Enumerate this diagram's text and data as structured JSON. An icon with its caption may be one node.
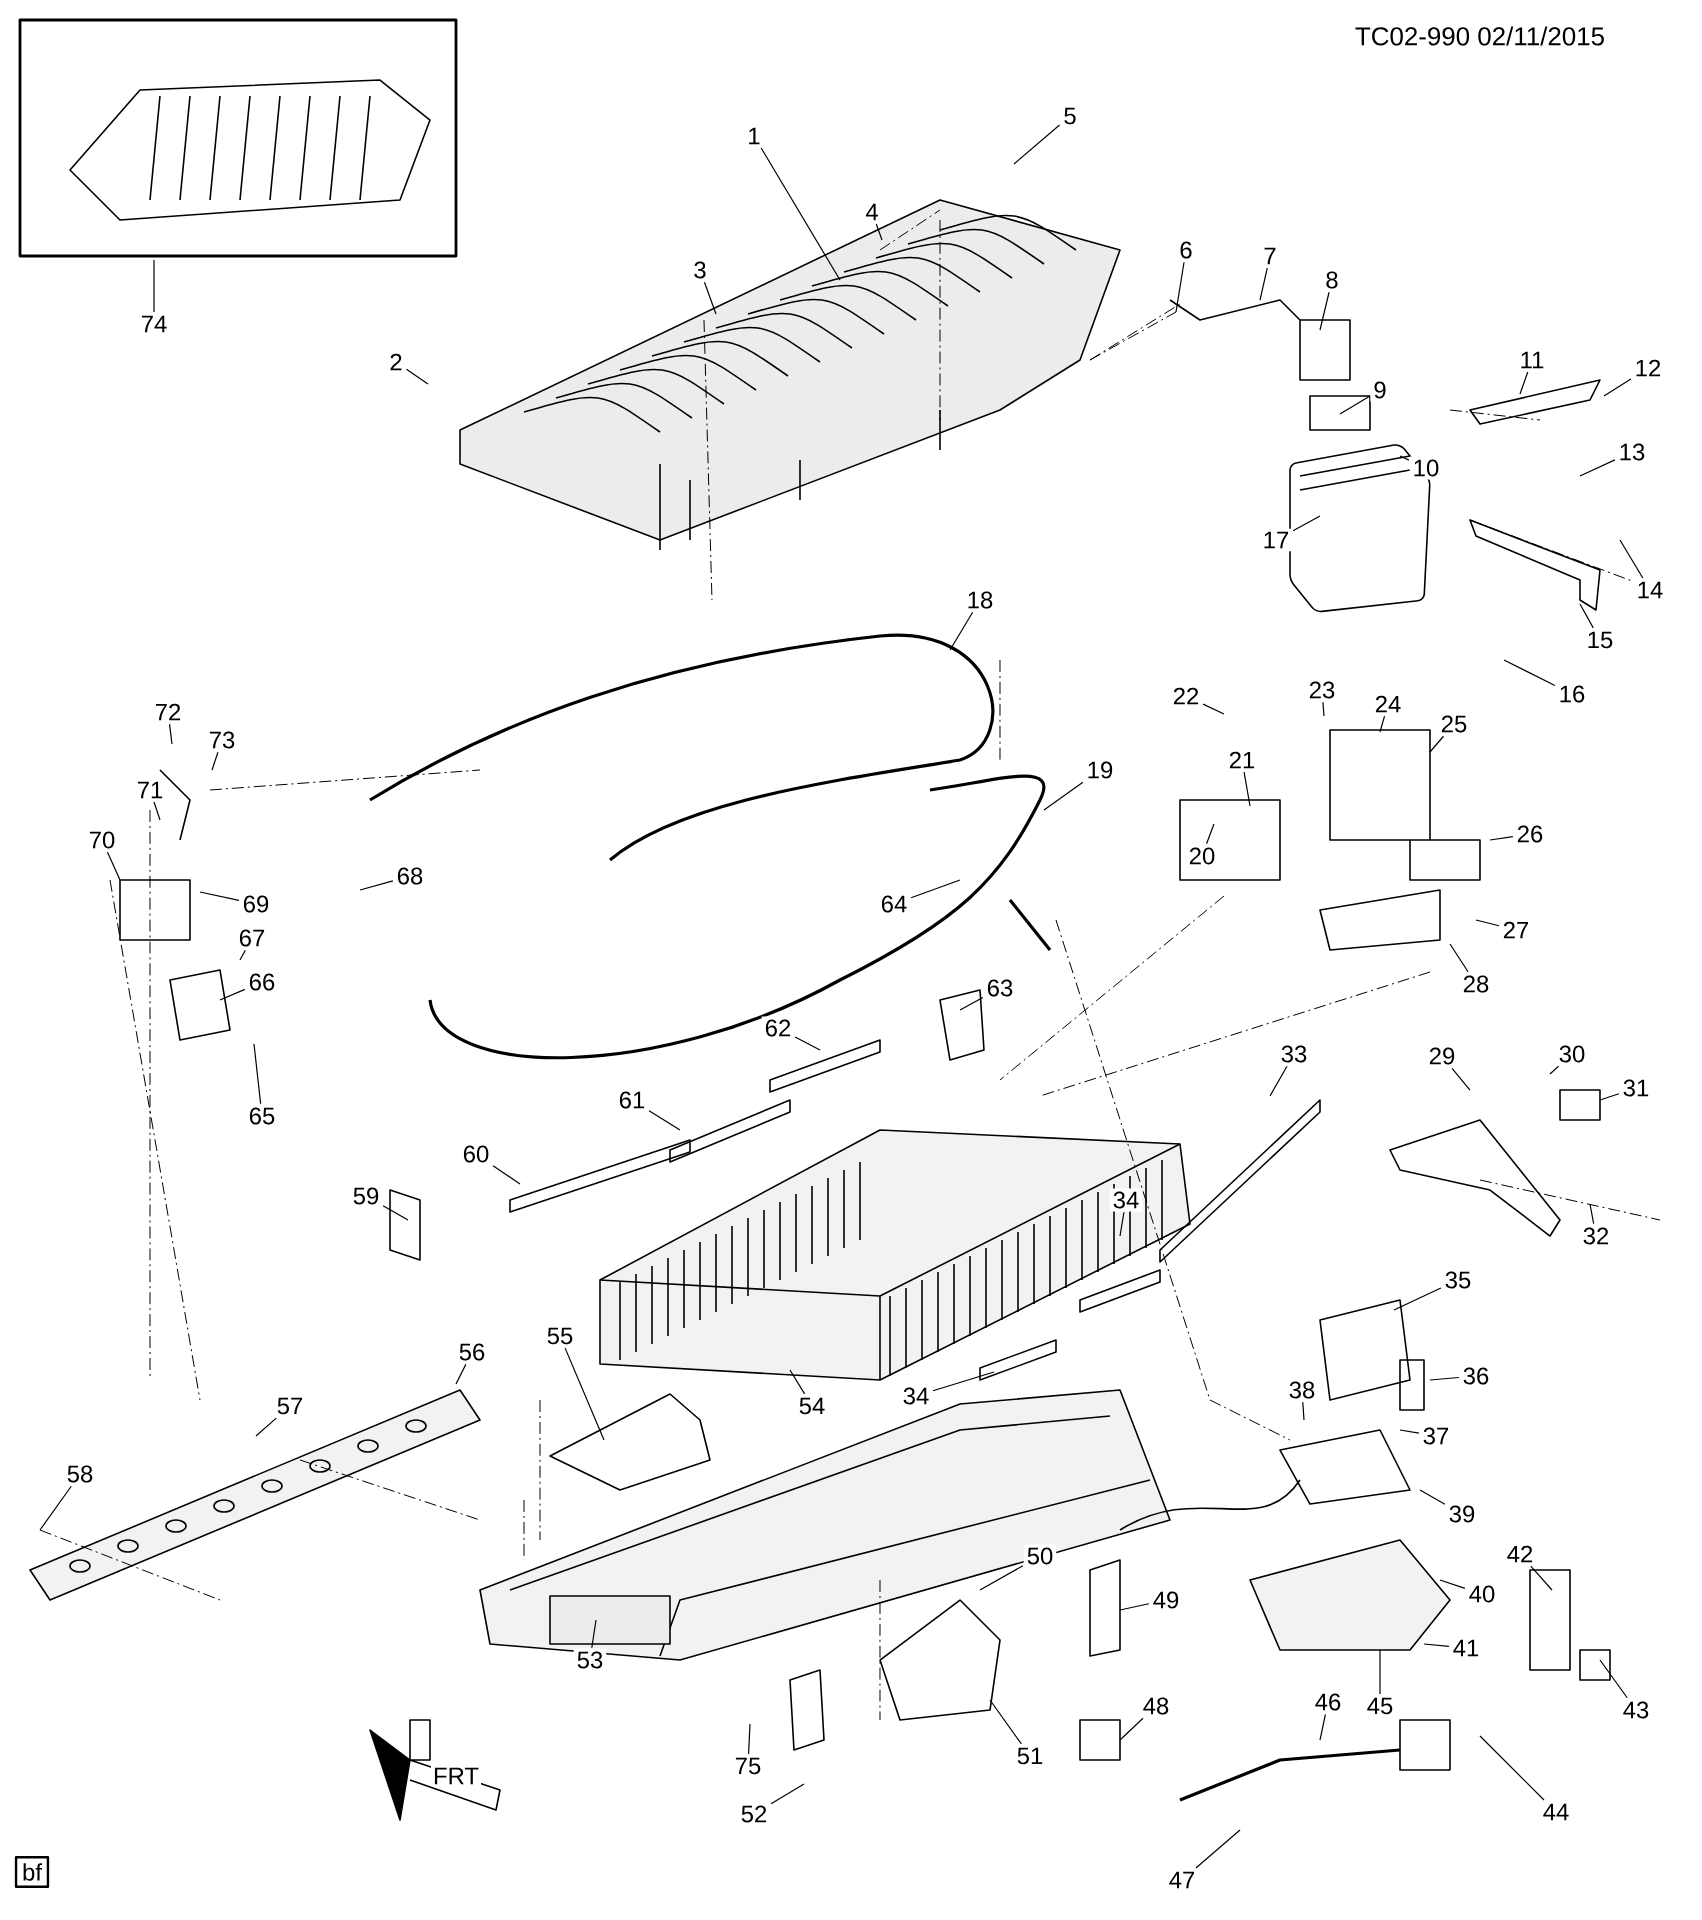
{
  "diagram": {
    "nodes": [
      {
        "text": [
          "1"
        ]
      },
      {
        "text": [
          "2"
        ]
      },
      {
        "text": [
          "3"
        ]
      },
      {
        "text": [
          "4"
        ]
      },
      {
        "text": [
          "5"
        ]
      },
      {
        "text": [
          "6"
        ]
      },
      {
        "text": [
          "7"
        ]
      },
      {
        "text": [
          "8"
        ]
      },
      {
        "text": [
          "9"
        ]
      },
      {
        "text": [
          "10"
        ]
      },
      {
        "text": [
          "11"
        ]
      },
      {
        "text": [
          "12"
        ]
      },
      {
        "text": [
          "13"
        ]
      },
      {
        "text": [
          "14"
        ]
      },
      {
        "text": [
          "15"
        ]
      },
      {
        "text": [
          "16"
        ]
      },
      {
        "text": [
          "17"
        ]
      },
      {
        "text": [
          "18"
        ]
      },
      {
        "text": [
          "19"
        ]
      },
      {
        "text": [
          "20"
        ]
      },
      {
        "text": [
          "21"
        ]
      },
      {
        "text": [
          "22"
        ]
      },
      {
        "text": [
          "23"
        ]
      },
      {
        "text": [
          "24"
        ]
      },
      {
        "text": [
          "25"
        ]
      },
      {
        "text": [
          "26"
        ]
      },
      {
        "text": [
          "27"
        ]
      },
      {
        "text": [
          "28"
        ]
      },
      {
        "text": [
          "29"
        ]
      },
      {
        "text": [
          "30"
        ]
      },
      {
        "text": [
          "31"
        ]
      },
      {
        "text": [
          "32"
        ]
      },
      {
        "text": [
          "33"
        ]
      },
      {
        "text": [
          "34"
        ]
      },
      {
        "text": [
          "34"
        ]
      },
      {
        "text": [
          "35"
        ]
      },
      {
        "text": [
          "36"
        ]
      },
      {
        "text": [
          "37"
        ]
      },
      {
        "text": [
          "38"
        ]
      },
      {
        "text": [
          "39"
        ]
      },
      {
        "text": [
          "40"
        ]
      },
      {
        "text": [
          "41"
        ]
      },
      {
        "text": [
          "42"
        ]
      },
      {
        "text": [
          "43"
        ]
      },
      {
        "text": [
          "44"
        ]
      },
      {
        "text": [
          "45"
        ]
      },
      {
        "text": [
          "46"
        ]
      },
      {
        "text": [
          "47"
        ]
      },
      {
        "text": [
          "48"
        ]
      },
      {
        "text": [
          "49"
        ]
      },
      {
        "text": [
          "50"
        ]
      },
      {
        "text": [
          "51"
        ]
      },
      {
        "text": [
          "52"
        ]
      },
      {
        "text": [
          "53"
        ]
      },
      {
        "text": [
          "54"
        ]
      },
      {
        "text": [
          "55"
        ]
      },
      {
        "text": [
          "56"
        ]
      },
      {
        "text": [
          "57"
        ]
      },
      {
        "text": [
          "58"
        ]
      },
      {
        "text": [
          "59"
        ]
      },
      {
        "text": [
          "60"
        ]
      },
      {
        "text": [
          "61"
        ]
      },
      {
        "text": [
          "62"
        ]
      },
      {
        "text": [
          "63"
        ]
      },
      {
        "text": [
          "64"
        ]
      },
      {
        "text": [
          "65"
        ]
      },
      {
        "text": [
          "66"
        ]
      },
      {
        "text": [
          "67"
        ]
      },
      {
        "text": [
          "68"
        ]
      },
      {
        "text": [
          "69"
        ]
      },
      {
        "text": [
          "70"
        ]
      },
      {
        "text": [
          "71"
        ]
      },
      {
        "text": [
          "72"
        ]
      },
      {
        "text": [
          "73"
        ]
      },
      {
        "text": [
          "74"
        ]
      },
      {
        "text": [
          "75"
        ]
      }
    ],
    "edges": [
      {
        "from": 0,
        "to": null,
        "arrow": "none"
      },
      {
        "from": 1,
        "to": null,
        "arrow": "none"
      },
      {
        "from": 2,
        "to": null,
        "arrow": "none"
      },
      {
        "from": 3,
        "to": null,
        "arrow": "none"
      },
      {
        "from": 4,
        "to": null,
        "arrow": "none"
      },
      {
        "from": 5,
        "to": null,
        "arrow": "none"
      },
      {
        "from": 6,
        "to": null,
        "arrow": "none"
      },
      {
        "from": 7,
        "to": null,
        "arrow": "none"
      },
      {
        "from": 8,
        "to": null,
        "arrow": "none"
      },
      {
        "from": 9,
        "to": null,
        "arrow": "none"
      },
      {
        "from": 10,
        "to": null,
        "arrow": "none"
      },
      {
        "from": 11,
        "to": null,
        "arrow": "none"
      },
      {
        "from": 12,
        "to": null,
        "arrow": "none"
      },
      {
        "from": 13,
        "to": null,
        "arrow": "none"
      },
      {
        "from": 14,
        "to": null,
        "arrow": "none"
      },
      {
        "from": 15,
        "to": null,
        "arrow": "none"
      },
      {
        "from": 16,
        "to": null,
        "arrow": "none"
      },
      {
        "from": 17,
        "to": null,
        "arrow": "none"
      },
      {
        "from": 18,
        "to": null,
        "arrow": "none"
      },
      {
        "from": 19,
        "to": null,
        "arrow": "none"
      },
      {
        "from": 20,
        "to": null,
        "arrow": "none"
      },
      {
        "from": 21,
        "to": null,
        "arrow": "none"
      },
      {
        "from": 22,
        "to": null,
        "arrow": "none"
      },
      {
        "from": 23,
        "to": null,
        "arrow": "none"
      },
      {
        "from": 24,
        "to": null,
        "arrow": "none"
      },
      {
        "from": 25,
        "to": null,
        "arrow": "none"
      },
      {
        "from": 26,
        "to": null,
        "arrow": "none"
      },
      {
        "from": 27,
        "to": null,
        "arrow": "none"
      },
      {
        "from": 28,
        "to": null,
        "arrow": "none"
      },
      {
        "from": 29,
        "to": null,
        "arrow": "none"
      },
      {
        "from": 30,
        "to": null,
        "arrow": "none"
      },
      {
        "from": 31,
        "to": null,
        "arrow": "none"
      },
      {
        "from": 32,
        "to": null,
        "arrow": "none"
      },
      {
        "from": 33,
        "to": null,
        "arrow": "none"
      },
      {
        "from": 34,
        "to": null,
        "arrow": "none"
      },
      {
        "from": 35,
        "to": null,
        "arrow": "none"
      },
      {
        "from": 36,
        "to": null,
        "arrow": "none"
      },
      {
        "from": 37,
        "to": null,
        "arrow": "none"
      },
      {
        "from": 38,
        "to": null,
        "arrow": "none"
      },
      {
        "from": 39,
        "to": null,
        "arrow": "none"
      },
      {
        "from": 40,
        "to": null,
        "arrow": "none"
      },
      {
        "from": 41,
        "to": null,
        "arrow": "none"
      },
      {
        "from": 42,
        "to": null,
        "arrow": "none"
      },
      {
        "from": 43,
        "to": null,
        "arrow": "none"
      },
      {
        "from": 44,
        "to": null,
        "arrow": "none"
      },
      {
        "from": 45,
        "to": null,
        "arrow": "none"
      },
      {
        "from": 46,
        "to": null,
        "arrow": "none"
      },
      {
        "from": 47,
        "to": null,
        "arrow": "none"
      },
      {
        "from": 48,
        "to": null,
        "arrow": "none"
      },
      {
        "from": 49,
        "to": null,
        "arrow": "none"
      },
      {
        "from": 50,
        "to": null,
        "arrow": "none"
      },
      {
        "from": 51,
        "to": null,
        "arrow": "none"
      },
      {
        "from": 52,
        "to": null,
        "arrow": "none"
      },
      {
        "from": 53,
        "to": null,
        "arrow": "none"
      },
      {
        "from": 54,
        "to": null,
        "arrow": "none"
      },
      {
        "from": 55,
        "to": null,
        "arrow": "none"
      },
      {
        "from": 56,
        "to": null,
        "arrow": "none"
      },
      {
        "from": 57,
        "to": null,
        "arrow": "none"
      },
      {
        "from": 58,
        "to": null,
        "arrow": "none"
      },
      {
        "from": 59,
        "to": null,
        "arrow": "none"
      },
      {
        "from": 60,
        "to": null,
        "arrow": "none"
      },
      {
        "from": 61,
        "to": null,
        "arrow": "none"
      },
      {
        "from": 62,
        "to": null,
        "arrow": "none"
      },
      {
        "from": 63,
        "to": null,
        "arrow": "none"
      },
      {
        "from": 64,
        "to": null,
        "arrow": "none"
      },
      {
        "from": 65,
        "to": null,
        "arrow": "none"
      },
      {
        "from": 66,
        "to": null,
        "arrow": "none"
      },
      {
        "from": 67,
        "to": null,
        "arrow": "none"
      },
      {
        "from": 68,
        "to": null,
        "arrow": "none"
      },
      {
        "from": 69,
        "to": null,
        "arrow": "none"
      },
      {
        "from": 70,
        "to": null,
        "arrow": "none"
      },
      {
        "from": 71,
        "to": null,
        "arrow": "none"
      },
      {
        "from": 72,
        "to": null,
        "arrow": "none"
      },
      {
        "from": 73,
        "to": null,
        "arrow": "none"
      },
      {
        "from": 74,
        "to": null,
        "arrow": "none"
      },
      {
        "from": 75,
        "to": null,
        "arrow": "none"
      }
    ],
    "labels": [
      "TC02-990 02/11/2015",
      "FRT",
      "bf"
    ]
  }
}
